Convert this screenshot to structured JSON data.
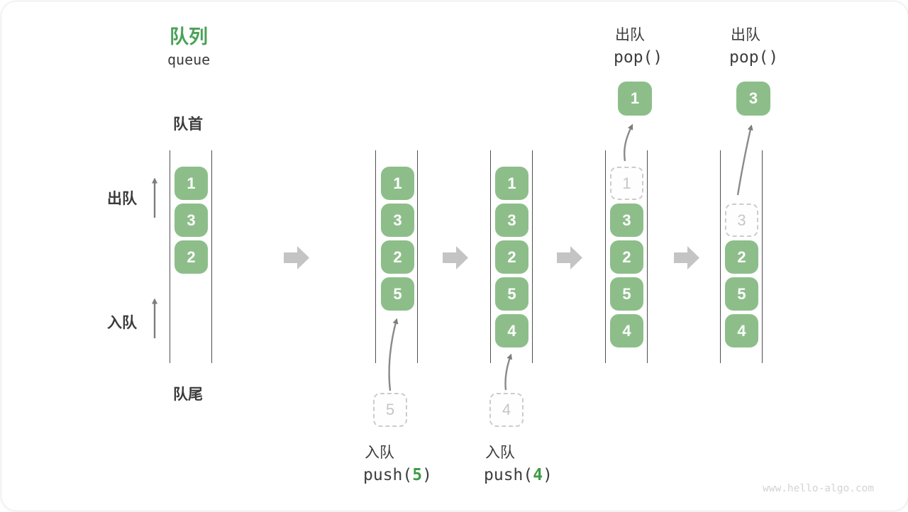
{
  "page": {
    "watermark": "www.hello-algo.com"
  },
  "title": {
    "zh": "队列",
    "en": "queue"
  },
  "side": {
    "front": "队首",
    "rear": "队尾",
    "dequeue": "出队",
    "enqueue": "入队"
  },
  "colors": {
    "element_green": "#8DBE8A",
    "title_green": "#4BA158",
    "code_arg_green": "#3E9B47",
    "ghost_gray": "#cccccc",
    "arrow_gray": "#7d7d7d",
    "block_arrow_gray": "#c4c4c4"
  },
  "states": {
    "s1": {
      "slot1": "1",
      "slot2": "3",
      "slot3": "2"
    },
    "s2": {
      "slot1": "1",
      "slot2": "3",
      "slot3": "2",
      "slot4": "5",
      "pending": "5",
      "op": {
        "action": "入队",
        "fn_open": "push(",
        "arg": "5",
        "fn_close": ")"
      }
    },
    "s3": {
      "slot1": "1",
      "slot2": "3",
      "slot3": "2",
      "slot4": "5",
      "slot5": "4",
      "pending": "4",
      "op": {
        "action": "入队",
        "fn_open": "push(",
        "arg": "4",
        "fn_close": ")"
      }
    },
    "s4": {
      "ghost": "1",
      "slot2": "3",
      "slot3": "2",
      "slot4": "5",
      "slot5": "4",
      "popped": "1",
      "op": {
        "action": "出队",
        "fn": "pop()"
      }
    },
    "s5": {
      "ghost": "3",
      "slot3": "2",
      "slot4": "5",
      "slot5": "4",
      "popped": "3",
      "op": {
        "action": "出队",
        "fn": "pop()"
      }
    }
  }
}
